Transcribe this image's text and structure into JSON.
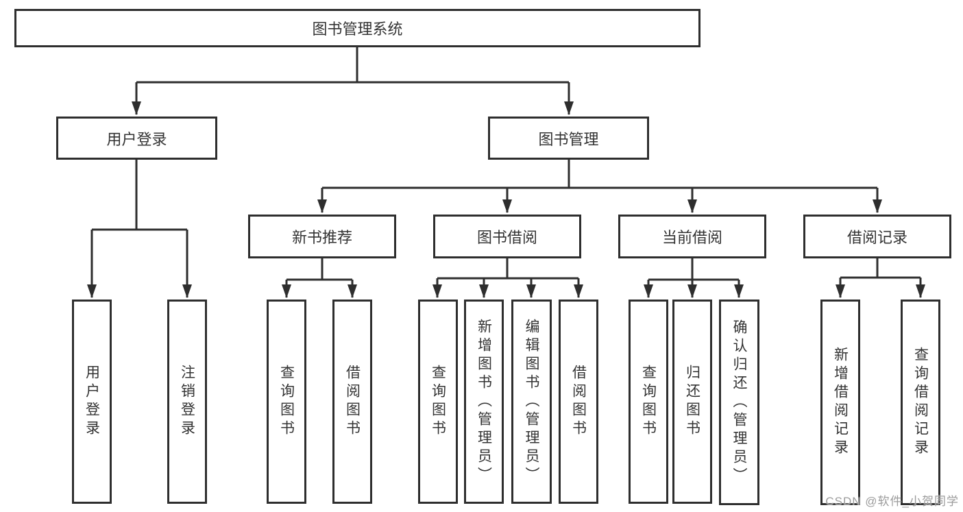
{
  "diagram": {
    "root": {
      "label": "图书管理系统"
    },
    "branches": [
      {
        "label": "用户登录",
        "children": [
          {
            "label": "用户登录"
          },
          {
            "label": "注销登录"
          }
        ]
      },
      {
        "label": "图书管理",
        "children": [
          {
            "label": "新书推荐",
            "children": [
              {
                "label": "查询图书"
              },
              {
                "label": "借阅图书"
              }
            ]
          },
          {
            "label": "图书借阅",
            "children": [
              {
                "label": "查询图书"
              },
              {
                "label": "新增图书（管理员）"
              },
              {
                "label": "编辑图书（管理员）"
              },
              {
                "label": "借阅图书"
              }
            ]
          },
          {
            "label": "当前借阅",
            "children": [
              {
                "label": "查询图书"
              },
              {
                "label": "归还图书"
              },
              {
                "label": "确认归还（管理员）"
              }
            ]
          },
          {
            "label": "借阅记录",
            "children": [
              {
                "label": "新增借阅记录"
              },
              {
                "label": "查询借阅记录"
              }
            ]
          }
        ]
      }
    ],
    "colors": {
      "line": "#2e2e2e",
      "text": "#333333",
      "background": "#ffffff",
      "watermark": "#9b9b9b"
    },
    "watermark": "CSDN @软件_小贺同学"
  }
}
